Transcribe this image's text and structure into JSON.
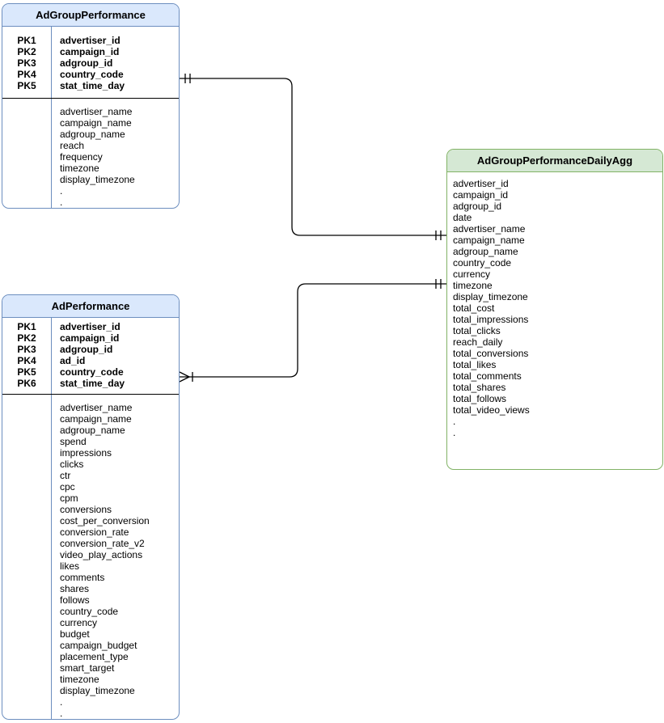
{
  "canvas": {
    "background": "#ffffff",
    "connector_color": "#000000"
  },
  "tables": [
    {
      "title": "AdGroupPerformance",
      "border_color": "#6c8ebf",
      "header_fill": "#dae8fc",
      "pk_keys": [
        "PK1",
        "PK2",
        "PK3",
        "PK4",
        "PK5"
      ],
      "pk_fields": [
        "advertiser_id",
        "campaign_id",
        "adgroup_id",
        "country_code",
        "stat_time_day"
      ],
      "attributes": [
        "advertiser_name",
        "campaign_name",
        "adgroup_name",
        "reach",
        "frequency",
        "timezone",
        "display_timezone",
        ".",
        "."
      ]
    },
    {
      "title": "AdPerformance",
      "border_color": "#6c8ebf",
      "header_fill": "#dae8fc",
      "pk_keys": [
        "PK1",
        "PK2",
        "PK3",
        "PK4",
        "PK5",
        "PK6"
      ],
      "pk_fields": [
        "advertiser_id",
        "campaign_id",
        "adgroup_id",
        "ad_id",
        "country_code",
        "stat_time_day"
      ],
      "attributes": [
        "advertiser_name",
        "campaign_name",
        "adgroup_name",
        "spend",
        "impressions",
        "clicks",
        "ctr",
        "cpc",
        "cpm",
        "conversions",
        "cost_per_conversion",
        "conversion_rate",
        "conversion_rate_v2",
        "video_play_actions",
        "likes",
        "comments",
        "shares",
        "follows",
        "country_code",
        "currency",
        "budget",
        "campaign_budget",
        "placement_type",
        "smart_target",
        "timezone",
        "display_timezone",
        ".",
        "."
      ]
    },
    {
      "title": "AdGroupPerformanceDailyAgg",
      "border_color": "#82b366",
      "header_fill": "#d5e8d4",
      "pk_keys": [],
      "pk_fields": [],
      "attributes": [
        "advertiser_id",
        "campaign_id",
        "adgroup_id",
        "date",
        "advertiser_name",
        "campaign_name",
        "adgroup_name",
        "country_code",
        "currency",
        "timezone",
        "display_timezone",
        "total_cost",
        "total_impressions",
        "total_clicks",
        "reach_daily",
        "total_conversions",
        "total_likes",
        "total_comments",
        "total_shares",
        "total_follows",
        "total_video_views",
        ".",
        "."
      ]
    }
  ],
  "relationships": [
    {
      "from_table": "AdGroupPerformance",
      "to_table": "AdGroupPerformanceDailyAgg",
      "from_cardinality": "one-and-only-one",
      "to_cardinality": "one-and-only-one"
    },
    {
      "from_table": "AdPerformance",
      "to_table": "AdGroupPerformanceDailyAgg",
      "from_cardinality": "one-or-many",
      "to_cardinality": "one-and-only-one"
    }
  ]
}
